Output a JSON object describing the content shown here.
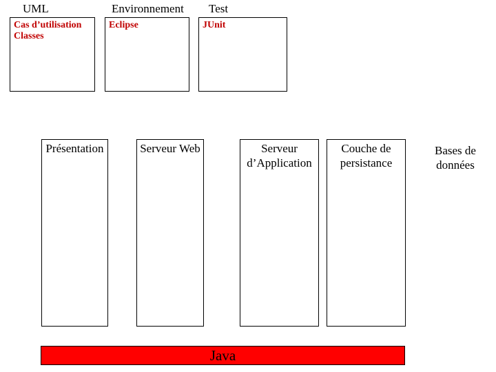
{
  "top_row": {
    "columns": [
      {
        "id": "uml",
        "header": "UML",
        "content": "Cas d’utilisation\nClasses"
      },
      {
        "id": "environnement",
        "header": "Environnement",
        "content": "Eclipse"
      },
      {
        "id": "test",
        "header": "Test",
        "content": "JUnit"
      }
    ]
  },
  "tiers": [
    {
      "id": "presentation",
      "label": "Présentation",
      "boxed": true
    },
    {
      "id": "serveur-web",
      "label": "Serveur Web",
      "boxed": true
    },
    {
      "id": "serveur-application",
      "label": "Serveur\nd’Application",
      "boxed": true
    },
    {
      "id": "couche-persistance",
      "label": "Couche de\npersistance",
      "boxed": true
    },
    {
      "id": "bases-donnees",
      "label": "Bases de\ndonnées",
      "boxed": false
    }
  ],
  "platform_bar": {
    "label": "Java"
  },
  "colors": {
    "background": "#ffffff",
    "box_border": "#000000",
    "tool_text_red": "#c00000",
    "platform_bar_red": "#ff0000",
    "label_text": "#000000"
  }
}
